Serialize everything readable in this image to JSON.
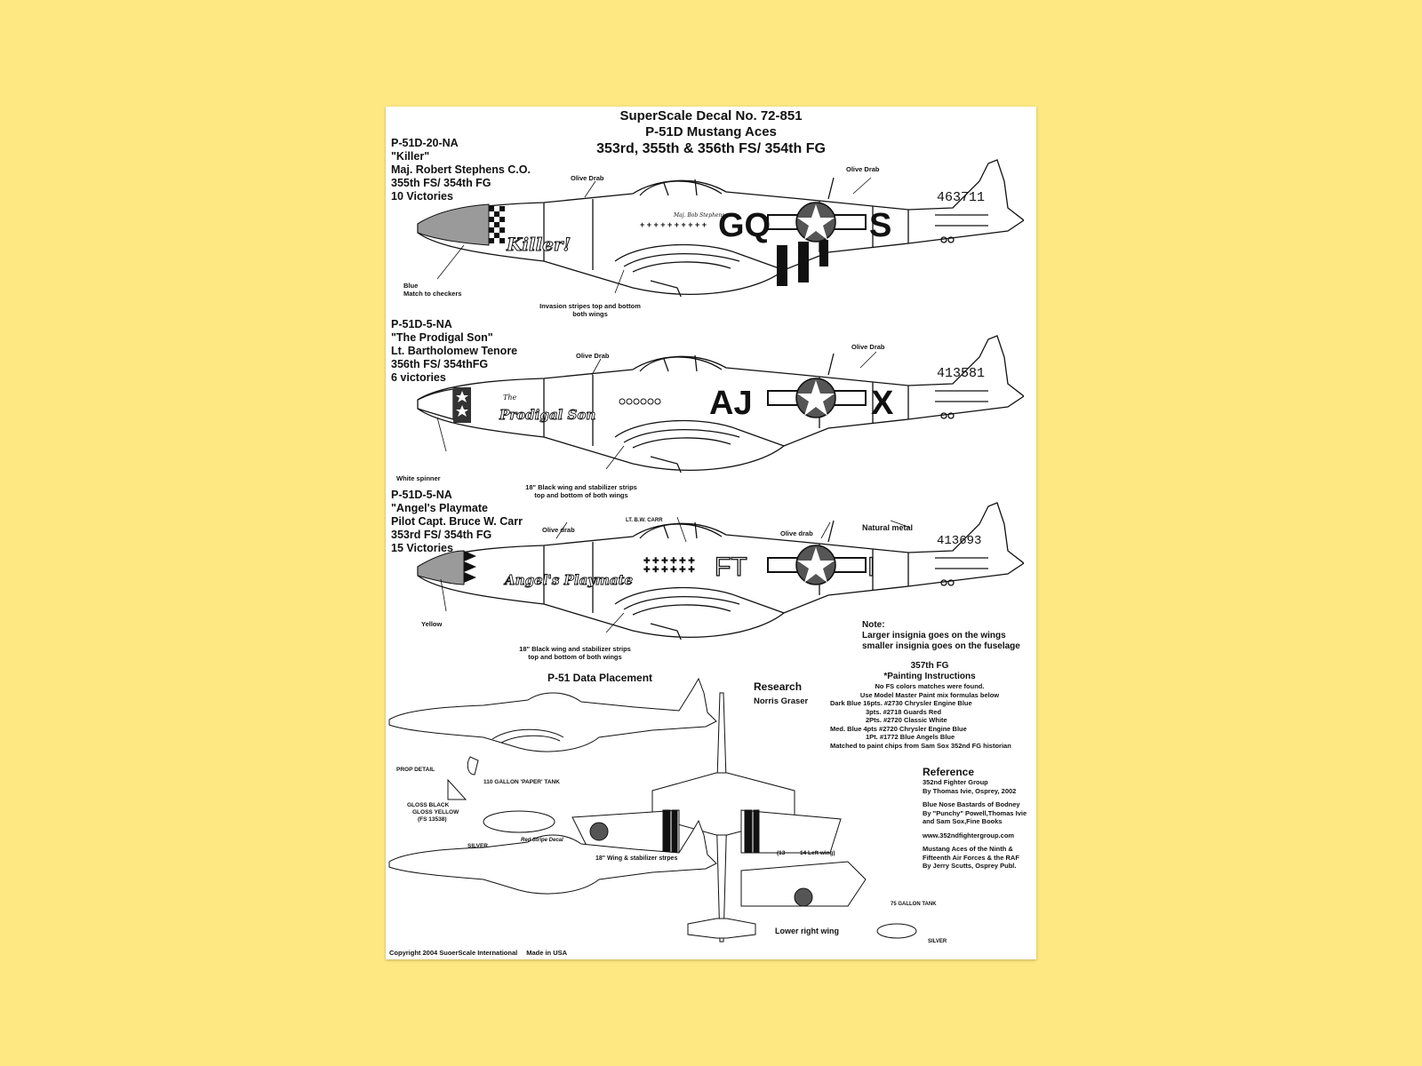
{
  "header": {
    "line1": "SuperScale Decal No. 72-851",
    "line2": "P-51D Mustang Aces",
    "line3": "353rd, 355th & 356th FS/ 354th FG"
  },
  "aircraft": [
    {
      "info": [
        "P-51D-20-NA",
        "\"Killer\"",
        "Maj. Robert Stephens C.O.",
        "355th FS/ 354th FG",
        "10 Victories"
      ],
      "codes": {
        "left": "GQ",
        "right": "S"
      },
      "serial": "463711",
      "nose_name": "Killer!",
      "pilot_name": "Maj. Bob Stephens",
      "callouts": {
        "olive_drab_1": "Olive Drab",
        "olive_drab_2": "Olive Drab",
        "nose_1": "Blue",
        "nose_2": "Match to checkers",
        "bottom_1": "Invasion stripes top and bottom",
        "bottom_2": "both wings"
      }
    },
    {
      "info": [
        "P-51D-5-NA",
        "\"The Prodigal Son\"",
        "Lt. Bartholomew Tenore",
        "356th FS/ 354thFG",
        "6 victories"
      ],
      "codes": {
        "left": "AJ",
        "right": "X"
      },
      "serial": "413581",
      "nose_name": "Prodigal Son",
      "nose_name_small": "The",
      "callouts": {
        "olive_drab_1": "Olive Drab",
        "olive_drab_2": "Olive Drab",
        "nose_1": "White spinner",
        "bottom_1": "18\" Black wing and stabilizer strips",
        "bottom_2": "top and bottom of both wings"
      }
    },
    {
      "info": [
        "P-51D-5-NA",
        "\"Angel's Playmate",
        "Pilot Capt. Bruce W. Carr",
        "353rd FS/ 354th FG",
        "15 Victories"
      ],
      "codes": {
        "left": "FT",
        "right": "I"
      },
      "serial": "413693",
      "nose_name": "Angel's Playmate",
      "callouts": {
        "pilot": "LT. B.W. CARR",
        "olive_drab_1": "Olive drab",
        "olive_drab_2": "Olive drab",
        "natural_metal": "Natural metal",
        "nose_1": "Yellow",
        "bottom_1": "18\" Black wing and stabilizer strips",
        "bottom_2": "top and bottom of both wings"
      }
    }
  ],
  "note": {
    "label": "Note:",
    "line1": "Larger insignia goes on the wings",
    "line2": "smaller insignia goes on the fuselage"
  },
  "paint": {
    "group": "357th FG",
    "title": "*Painting Instructions",
    "l1": "No FS colors matches were found.",
    "l2": "Use Model Master Paint mix formulas below",
    "dark_label": "Dark Blue",
    "dark": [
      "16pts. #2730 Chrysler Engine Blue",
      "3pts. #2718 Guards Red",
      "2Pts. #2720 Classic White"
    ],
    "med_label": "Med. Blue",
    "med": [
      "4pts #2720 Chrysler Engine Blue",
      "1Pt. #1772 Blue Angels Blue"
    ],
    "l3": "Matched to paint chips from Sam Sox 352nd FG historian"
  },
  "data_placement": {
    "title": "P-51 Data Placement",
    "research_label": "Research",
    "research_name": "Norris Graser",
    "prop_detail": "PROP DETAIL",
    "gloss_black": "GLOSS BLACK",
    "gloss_yellow": "GLOSS YELLOW",
    "fs": "(FS 13538)",
    "tank110": "110 GALLON 'PAPER' TANK",
    "silver": "SILVER",
    "red_stripe": "Red Stripe Decal",
    "wing_stripes": "18\" Wing & stabilizer strpes",
    "lower_right_wing": "Lower right wing",
    "left_wing": "14 Left wing)",
    "left_wing_a": "(13",
    "tank75": "75 GALLON TANK",
    "silver2": "SILVER"
  },
  "reference": {
    "title": "Reference",
    "r1": [
      "352nd Fighter Group",
      "By Thomas Ivie, Osprey, 2002"
    ],
    "r2": [
      "Blue Nose Bastards of Bodney",
      "By \"Punchy\" Powell,Thomas Ivie",
      "and Sam Sox,Fine Books"
    ],
    "r3": [
      "www.352ndfightergroup.com"
    ],
    "r4": [
      "Mustang Aces of the Ninth &",
      "Fifteenth Air Forces & the RAF",
      "By Jerry Scutts, Osprey Publ."
    ]
  },
  "footer": {
    "copyright": "Copyright 2004 SuoerScale International",
    "made": "Made in USA"
  },
  "colors": {
    "background": "#fde882",
    "sheet": "#ffffff",
    "ink": "#111111",
    "nose_gray": "#9a9a9a"
  }
}
